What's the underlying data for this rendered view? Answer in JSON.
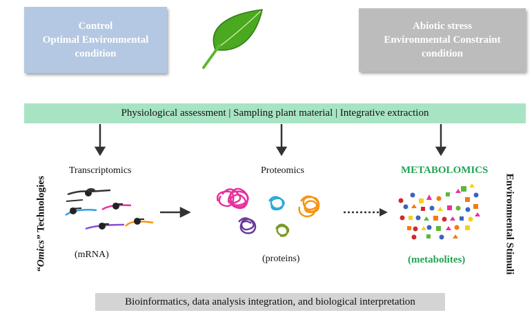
{
  "control_box": {
    "line1": "Control",
    "line2": "Optimal Environmental",
    "line3": "condition"
  },
  "abiotic_box": {
    "line1": "Abiotic stress",
    "line2": "Environmental Constraint",
    "line3": "condition"
  },
  "assessment_bar": "Physiological assessment | Sampling plant material | Integrative extraction",
  "transcriptomics": {
    "title": "Transcriptomics",
    "caption": "(mRNA)"
  },
  "proteomics": {
    "title": "Proteomics",
    "caption": "(proteins)"
  },
  "metabolomics": {
    "title": "METABOLOMICS",
    "caption": "(metabolites)"
  },
  "left_axis": {
    "italic": "“Omics”",
    "rest": " Technologies"
  },
  "right_axis": "Environmental Stimuli",
  "bottom_bar": "Bioinformatics, data analysis integration, and biological interpretation",
  "colors": {
    "control_box": "#b4c8e3",
    "abiotic_box": "#bcbcbc",
    "assessment_bar": "#a8e4c4",
    "bottom_bar": "#d4d4d4",
    "metabolomics_text": "#21a455",
    "leaf": "#49a820"
  },
  "icons": [
    "leaf-icon",
    "mrna-strand-icon",
    "protein-coil-icon",
    "metabolite-shape-icon",
    "arrow-down-icon",
    "arrow-right-icon"
  ]
}
